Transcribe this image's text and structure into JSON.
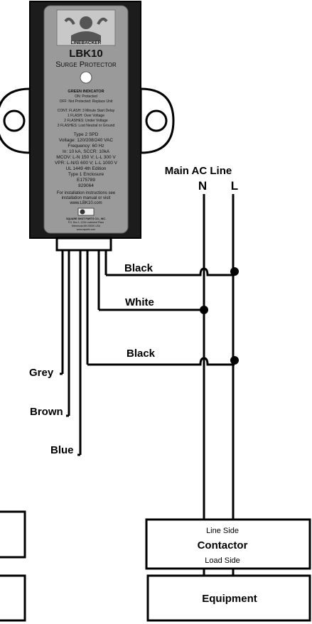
{
  "device": {
    "logo_text": "LINEBACKER",
    "model": "LBK10",
    "product_name": "Surge Protector",
    "indicator_title": "GREEN INDICATOR",
    "indicator_on": "ON: Protected",
    "indicator_off": "OFF: Not Protected: Replace Unit",
    "flash_lines": [
      "CONT. FLASH: 3 Minute Start Delay",
      "1 FLASH: Over Voltage",
      "2 FLASHES: Under Voltage",
      "3 FLASHES: Lost Neutral or Ground"
    ],
    "spec_lines": [
      "Type 2 SPD",
      "Voltage: 120/208/240 VAC",
      "Frequency: 60 Hz",
      "In: 10 kA, SCCR: 10kA",
      "MCOV: L-N 150 V; L-L 300 V",
      "VPR: L-N/G 600 V; L-L 1000 V",
      "UL 1449 4th Edition",
      "Type 1 Enclosure",
      "E175789",
      "829064",
      "For installation instructions see",
      "installation manual or visit",
      "www.LBK10.com"
    ],
    "footer_lines": [
      "SQUARE SHOT PARTS CO., INC.",
      "P.O. Box 1, 1234 Lockheed Place",
      "Minnesota MN 00000 USA",
      "www.ssparts.com"
    ]
  },
  "labels": {
    "main_ac_line": "Main AC Line",
    "n": "N",
    "l": "L",
    "black_top": "Black",
    "white": "White",
    "black_bottom": "Black",
    "grey": "Grey",
    "brown": "Brown",
    "blue": "Blue",
    "line_side": "Line Side",
    "contactor": "Contactor",
    "load_side": "Load Side",
    "equipment": "Equipment"
  }
}
